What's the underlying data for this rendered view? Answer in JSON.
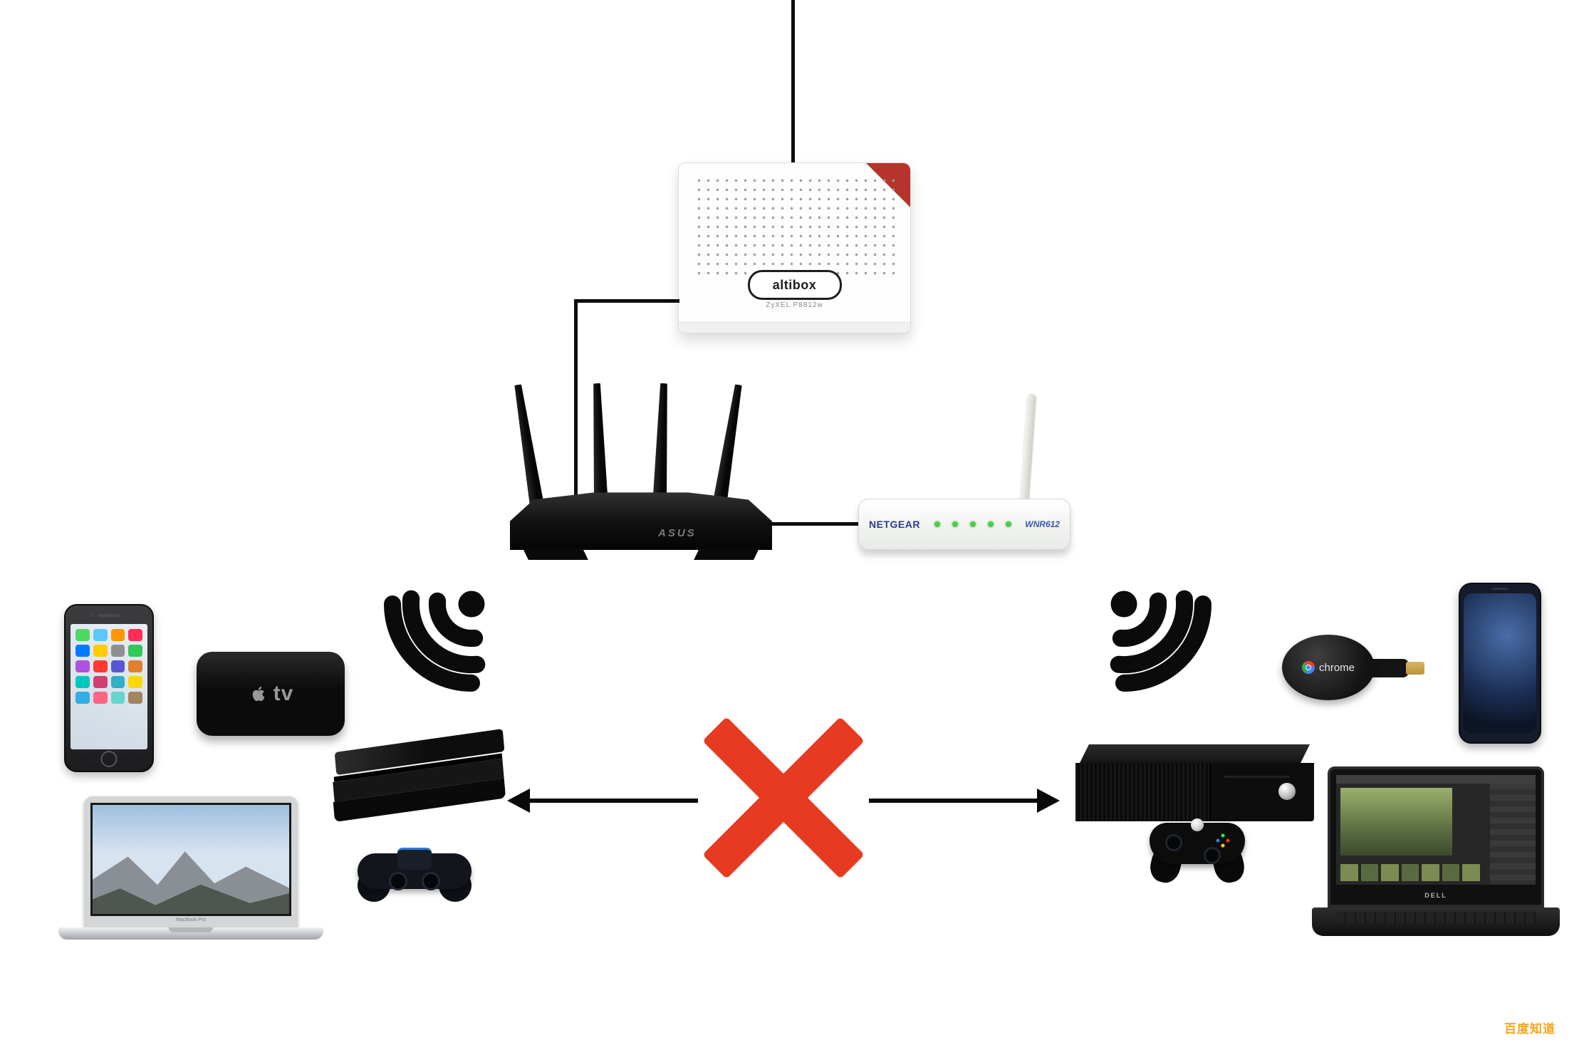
{
  "modem": {
    "brand": "altibox",
    "model": "ZyXEL P8812w"
  },
  "routers": {
    "asus": {
      "brand": "ASUS"
    },
    "netgear": {
      "brand": "NETGEAR",
      "model": "WNR612"
    }
  },
  "devices": {
    "apple_tv": {
      "label": "tv"
    },
    "macbook": {
      "label": "MacBook Pro"
    },
    "chromecast": {
      "label": "chrome"
    },
    "dell": {
      "label": "DELL"
    }
  },
  "watermark": {
    "text": "百度知道"
  },
  "colors": {
    "cable_black": "#0c0c0c",
    "cross_red": "#e73b21",
    "altibox_corner_red": "#b5352c",
    "netgear_blue": "#2b3a8f",
    "led_green": "#57c84d",
    "hdmi_gold": "#c9a24b",
    "watermark_orange": "#f7a51b"
  }
}
